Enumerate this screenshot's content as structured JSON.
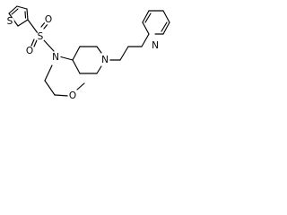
{
  "molecule": {
    "atoms": [
      {
        "id": "s1",
        "label": "S"
      },
      {
        "id": "s2",
        "label": "S"
      },
      {
        "id": "o1",
        "label": "O"
      },
      {
        "id": "o2",
        "label": "O"
      },
      {
        "id": "n1",
        "label": "N"
      },
      {
        "id": "n2",
        "label": "N"
      },
      {
        "id": "n3",
        "label": "N"
      },
      {
        "id": "o3",
        "label": "O"
      }
    ]
  },
  "colors": {
    "bond": "#000000",
    "text": "#000000",
    "background": "#ffffff"
  }
}
